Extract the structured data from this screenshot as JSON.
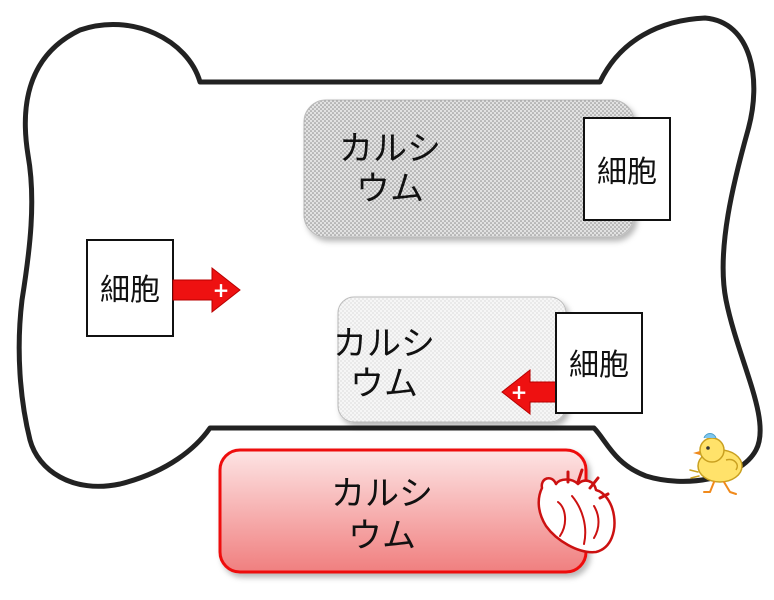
{
  "calcium_blocks": [
    {
      "line1": "カルシ",
      "line2": "ウム",
      "state": "high",
      "fill": "#d9d9d9"
    },
    {
      "line1": "カルシ",
      "line2": "ウム",
      "state": "low",
      "fill": "#f2f2f2"
    },
    {
      "line1": "カルシ",
      "line2": "ウム",
      "state": "blood",
      "fill": "#f4a6a6",
      "border": "#ee1111"
    }
  ],
  "cells": [
    {
      "label": "細胞",
      "role": "osteoblast"
    },
    {
      "label": "細胞",
      "role": "resting"
    },
    {
      "label": "細胞",
      "role": "osteoclast"
    }
  ],
  "arrows": [
    {
      "symbol": "+",
      "direction": "right",
      "color": "#ee1111"
    },
    {
      "symbol": "+",
      "direction": "left",
      "color": "#ee1111"
    }
  ],
  "icons": [
    "heart-icon",
    "chick-icon"
  ],
  "colors": {
    "outline": "#222222",
    "accent": "#ee1111",
    "bone_fill": "#ffffff"
  }
}
